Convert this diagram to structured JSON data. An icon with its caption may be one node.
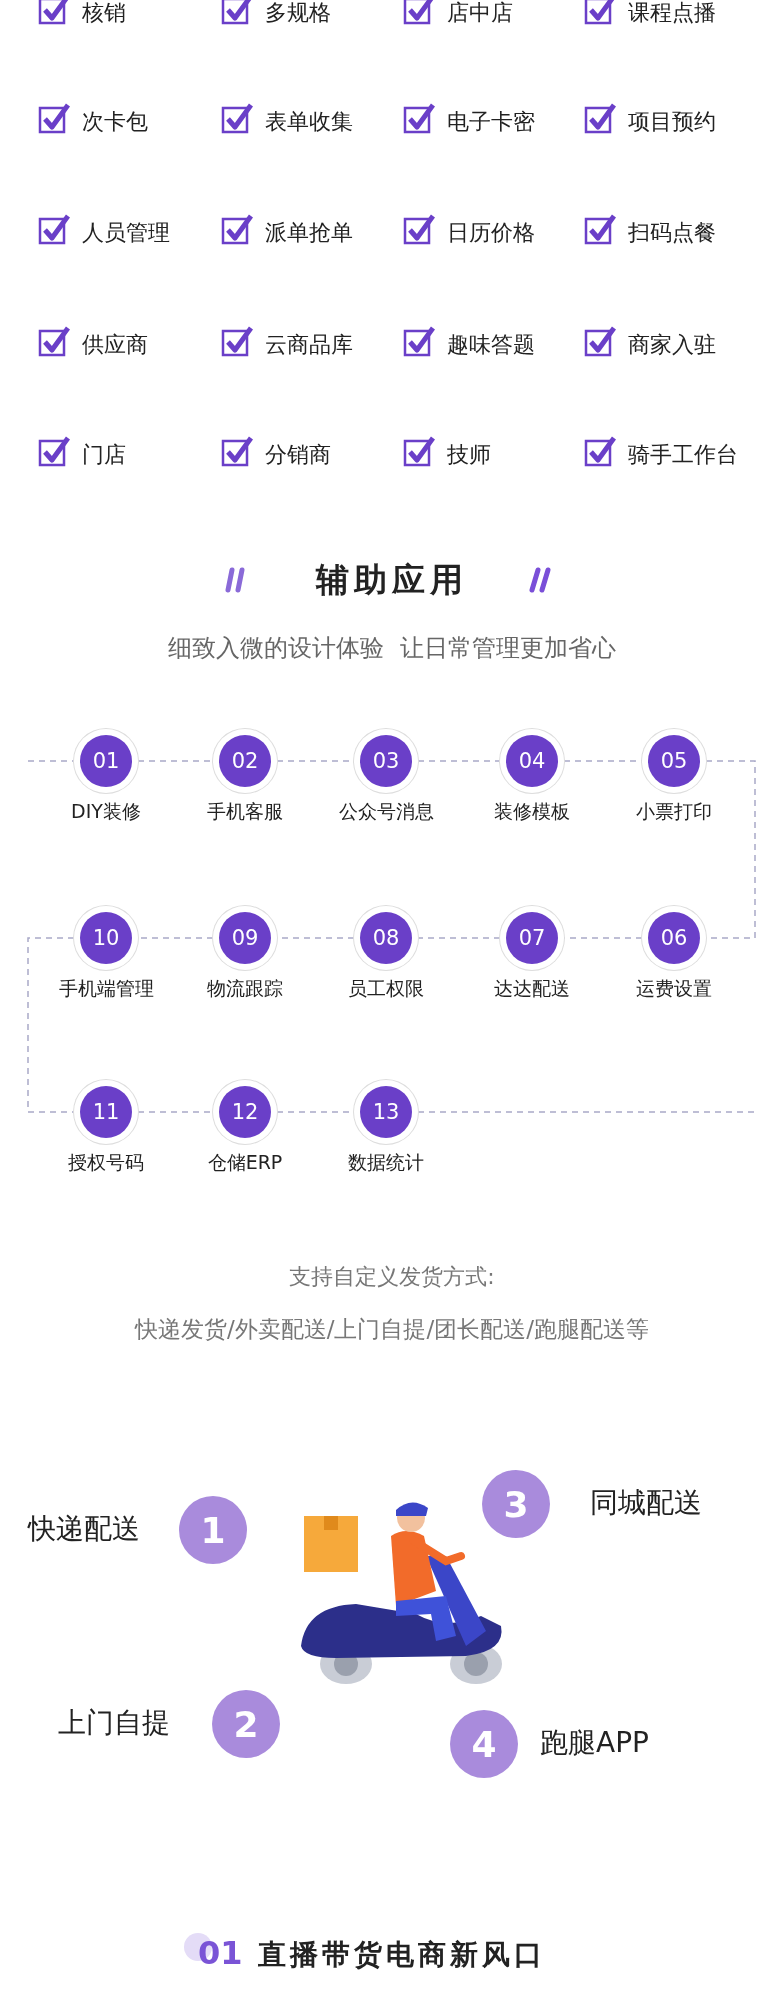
{
  "diagram": {
    "title": "辅助应用",
    "nodes": [
      {
        "text": [
          "01"
        ],
        "beside": [
          "DIY装修"
        ]
      },
      {
        "text": [
          "02"
        ],
        "beside": [
          "手机客服"
        ]
      },
      {
        "text": [
          "03"
        ],
        "beside": [
          "公众号消息"
        ]
      },
      {
        "text": [
          "04"
        ],
        "beside": [
          "装修模板"
        ]
      },
      {
        "text": [
          "05"
        ],
        "beside": [
          "小票打印"
        ]
      },
      {
        "text": [
          "06"
        ],
        "beside": [
          "运费设置"
        ]
      },
      {
        "text": [
          "07"
        ],
        "beside": [
          "达达配送"
        ]
      },
      {
        "text": [
          "08"
        ],
        "beside": [
          "员工权限"
        ]
      },
      {
        "text": [
          "09"
        ],
        "beside": [
          "物流跟踪"
        ]
      },
      {
        "text": [
          "10"
        ],
        "beside": [
          "手机端管理"
        ]
      },
      {
        "text": [
          "11"
        ],
        "beside": [
          "授权号码"
        ]
      },
      {
        "text": [
          "12"
        ],
        "beside": [
          "仓储ERP"
        ]
      },
      {
        "text": [
          "13"
        ],
        "beside": [
          "数据统计"
        ]
      },
      {
        "text": [
          "1"
        ],
        "beside": [
          "快递配送"
        ]
      },
      {
        "text": [
          "2"
        ],
        "beside": [
          "上门自提"
        ]
      },
      {
        "text": [
          "3"
        ],
        "beside": [
          "同城配送"
        ]
      },
      {
        "text": [
          "4"
        ],
        "beside": [
          "跑腿APP"
        ]
      }
    ],
    "edges": [
      {
        "from": null,
        "to": 0,
        "arrow": "none",
        "style": "dashed"
      },
      {
        "from": 0,
        "to": 1,
        "arrow": "none",
        "style": "dashed"
      },
      {
        "from": 1,
        "to": 2,
        "arrow": "none",
        "style": "dashed"
      },
      {
        "from": 2,
        "to": 3,
        "arrow": "none",
        "style": "dashed"
      },
      {
        "from": 3,
        "to": 4,
        "arrow": "none",
        "style": "dashed"
      },
      {
        "from": 4,
        "to": 5,
        "arrow": "none",
        "style": "dashed"
      },
      {
        "from": 5,
        "to": 6,
        "arrow": "none",
        "style": "dashed"
      },
      {
        "from": 6,
        "to": 7,
        "arrow": "none",
        "style": "dashed"
      },
      {
        "from": 7,
        "to": 8,
        "arrow": "none",
        "style": "dashed"
      },
      {
        "from": 8,
        "to": 9,
        "arrow": "none",
        "style": "dashed"
      },
      {
        "from": 9,
        "to": 10,
        "arrow": "none",
        "style": "dashed"
      },
      {
        "from": 10,
        "to": 11,
        "arrow": "none",
        "style": "dashed"
      },
      {
        "from": 11,
        "to": 12,
        "arrow": "none",
        "style": "dashed"
      },
      {
        "from": 12,
        "to": null,
        "arrow": "none",
        "style": "dashed"
      }
    ],
    "labels": [
      "核销",
      "多规格",
      "店中店",
      "课程点播",
      "次卡包",
      "表单收集",
      "电子卡密",
      "项目预约",
      "人员管理",
      "派单抢单",
      "日历价格",
      "扫码点餐",
      "供应商",
      "云商品库",
      "趣味答题",
      "商家入驻",
      "门店",
      "分销商",
      "技师",
      "骑手工作台",
      "细致入微的设计体验  让日常管理更加省心",
      "支持自定义发货方式:",
      "快递发货/外卖配送/上门自提/团长配送/跑腿配送等",
      "01",
      "直播带货电商新风口"
    ]
  }
}
